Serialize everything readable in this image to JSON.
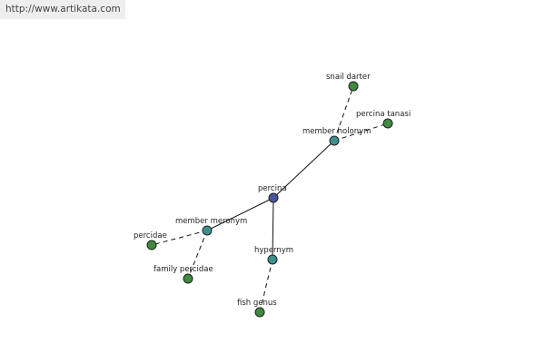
{
  "header": {
    "url": "http://www.artikata.com"
  },
  "graph": {
    "colors": {
      "root": "#4a54a0",
      "relation": "#3f8f8f",
      "leaf": "#3f8a3f"
    },
    "nodes": [
      {
        "id": "percina",
        "label": "percina",
        "kind": "root"
      },
      {
        "id": "member-holonym",
        "label": "member holonym",
        "kind": "relation"
      },
      {
        "id": "member-meronym",
        "label": "member meronym",
        "kind": "relation"
      },
      {
        "id": "hypernym",
        "label": "hypernym",
        "kind": "relation"
      },
      {
        "id": "snail-darter",
        "label": "snail darter",
        "kind": "leaf"
      },
      {
        "id": "percina-tanasi",
        "label": "percina tanasi",
        "kind": "leaf"
      },
      {
        "id": "percidae",
        "label": "percidae",
        "kind": "leaf"
      },
      {
        "id": "family-percidae",
        "label": "family percidae",
        "kind": "leaf"
      },
      {
        "id": "fish-genus",
        "label": "fish genus",
        "kind": "leaf"
      }
    ],
    "edges": [
      {
        "from": "percina",
        "to": "member-holonym",
        "style": "solid"
      },
      {
        "from": "percina",
        "to": "member-meronym",
        "style": "solid"
      },
      {
        "from": "percina",
        "to": "hypernym",
        "style": "solid"
      },
      {
        "from": "member-holonym",
        "to": "snail-darter",
        "style": "dashed"
      },
      {
        "from": "member-holonym",
        "to": "percina-tanasi",
        "style": "dashed"
      },
      {
        "from": "member-meronym",
        "to": "percidae",
        "style": "dashed"
      },
      {
        "from": "member-meronym",
        "to": "family-percidae",
        "style": "dashed"
      },
      {
        "from": "hypernym",
        "to": "fish-genus",
        "style": "dashed"
      }
    ]
  }
}
